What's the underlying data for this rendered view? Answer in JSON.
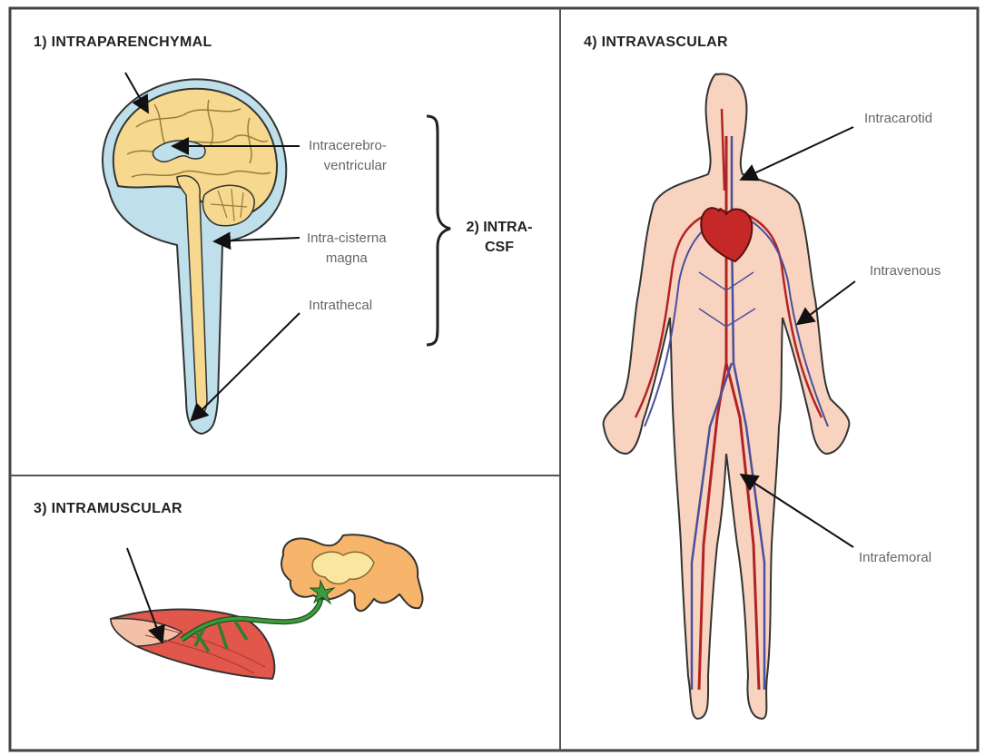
{
  "panels": {
    "intraparenchymal": {
      "title": "1) INTRAPARENCHYMAL"
    },
    "intra_csf": {
      "title_line1": "2) INTRA-",
      "title_line2": "CSF",
      "labels": {
        "icv_line1": "Intracerebro-",
        "icv_line2": "ventricular",
        "icm_line1": "Intra-cisterna",
        "icm_line2": "magna",
        "it": "Intrathecal"
      }
    },
    "intramuscular": {
      "title": "3) INTRAMUSCULAR"
    },
    "intravascular": {
      "title": "4) INTRAVASCULAR",
      "labels": {
        "carotid": "Intracarotid",
        "venous": "Intravenous",
        "femoral": "Intrafemoral"
      }
    }
  },
  "colors": {
    "brain": "#f6d98f",
    "csf": "#bfe0ea",
    "skin": "#f8d3c0",
    "artery": "#b22424",
    "vein": "#4b4f9c",
    "heart": "#c62828",
    "muscle": "#e2574c",
    "nerve": "#2f7d2f",
    "spinal_cord": "#f7b46b",
    "border": "#444444"
  }
}
